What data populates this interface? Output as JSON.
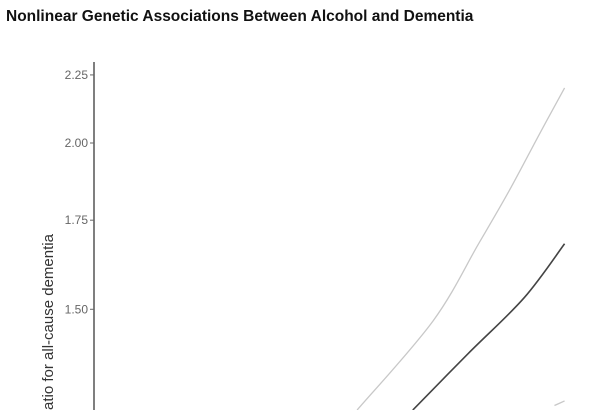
{
  "chart_data": {
    "type": "line",
    "title": "Nonlinear Genetic Associations Between Alcohol and Dementia",
    "ylabel": "atio for all-cause dementia",
    "xlabel": "",
    "yscale": "log",
    "ylim": [
      1.26,
      2.28
    ],
    "xlim": [
      0,
      1
    ],
    "y_ticks": [
      "2.25",
      "2.00",
      "1.75",
      "1.50"
    ],
    "y_tick_values": [
      2.25,
      2.0,
      1.75,
      1.5
    ],
    "grid": false,
    "series": [
      {
        "role": "upper-ci",
        "color": "#c8c8c8",
        "x": [
          0.52,
          0.67,
          0.76,
          0.82,
          0.88,
          0.93
        ],
        "y": [
          1.26,
          1.47,
          1.68,
          1.84,
          2.03,
          2.2
        ]
      },
      {
        "role": "estimate",
        "color": "#444444",
        "x": [
          0.63,
          0.74,
          0.85,
          0.93
        ],
        "y": [
          1.26,
          1.39,
          1.53,
          1.68
        ]
      },
      {
        "role": "lower-ci",
        "color": "#c8c8c8",
        "x": [
          0.91,
          0.93
        ],
        "y": [
          1.27,
          1.28
        ]
      }
    ]
  }
}
